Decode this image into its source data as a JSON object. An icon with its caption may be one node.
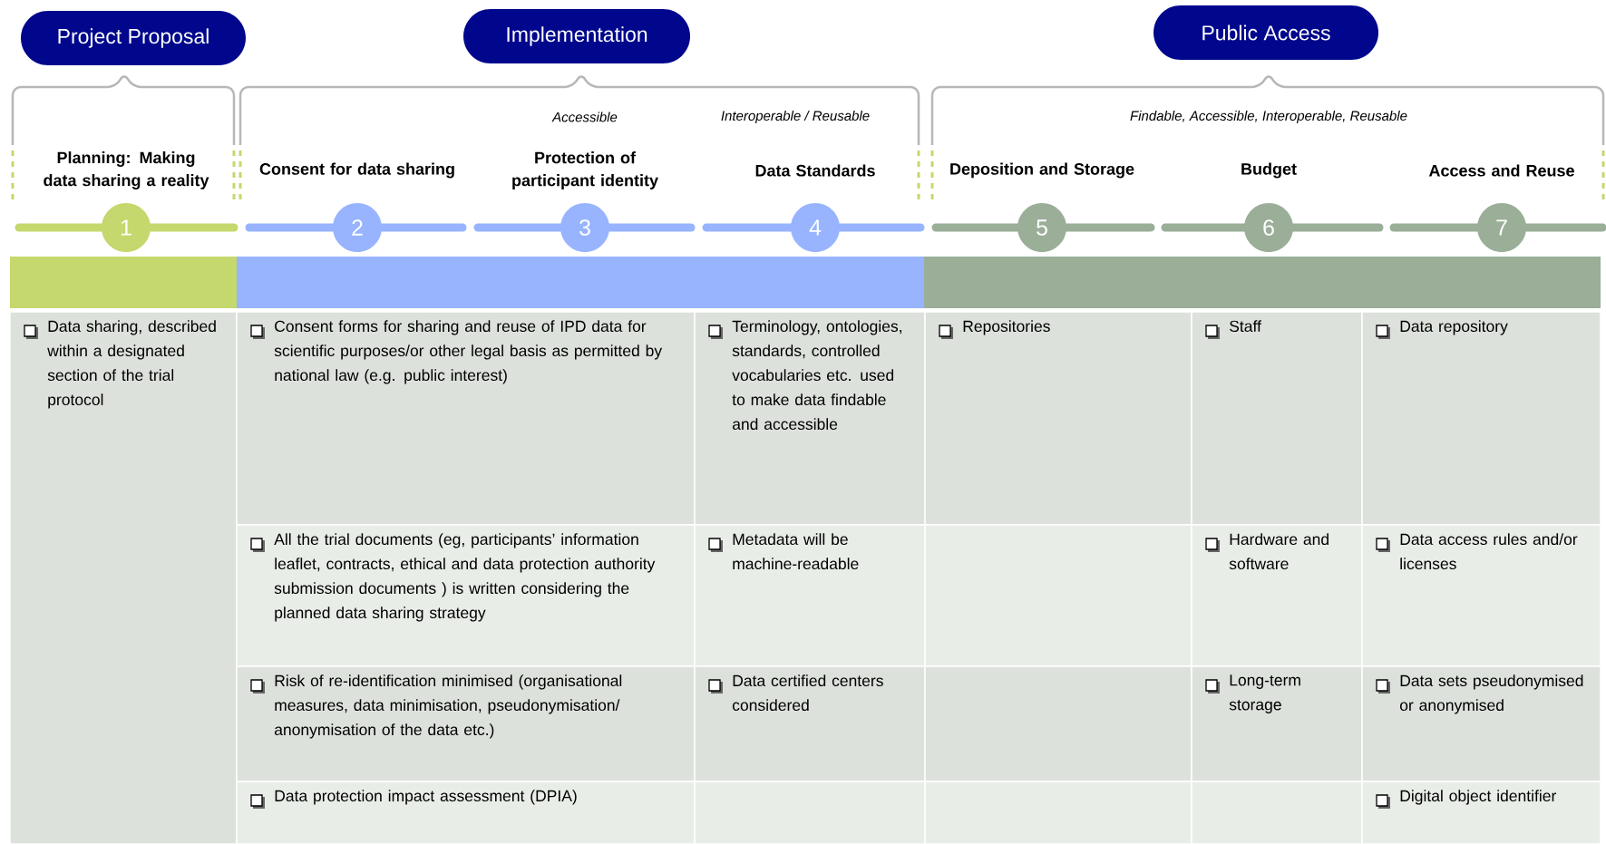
{
  "diagram": {
    "nodes": [
      {
        "text": [
          "Project Proposal"
        ]
      },
      {
        "text": [
          "Implementation"
        ]
      },
      {
        "text": [
          "Public Access"
        ]
      },
      {
        "text": [
          "1"
        ],
        "beside": [
          "Planning: Making data sharing a reality"
        ]
      },
      {
        "text": [
          "2"
        ],
        "beside": [
          "Consent for data sharing"
        ]
      },
      {
        "text": [
          "3"
        ],
        "beside": [
          "Protection of participant identity"
        ]
      },
      {
        "text": [
          "4"
        ],
        "beside": [
          "Data Standards"
        ]
      },
      {
        "text": [
          "5"
        ],
        "beside": [
          "Deposition and Storage"
        ]
      },
      {
        "text": [
          "6"
        ],
        "beside": [
          "Budget"
        ]
      },
      {
        "text": [
          "7"
        ],
        "beside": [
          "Access and Reuse"
        ]
      },
      {
        "text": [],
        "shape": "bar"
      },
      {
        "text": [],
        "shape": "bar"
      },
      {
        "text": [],
        "shape": "bar"
      }
    ],
    "labels": [
      "Accessible",
      "Interoperable / Reusable",
      "Findable, Accessible, Interoperable, Reusable",
      "Data sharing, described within a designated section of the trial protocol",
      "Consent forms for sharing and reuse of IPD data for scientific purposes/or other legal basis as permitted by national law (e.g. public interest)",
      "Terminology, ontologies, standards, controlled vocabularies etc. used to make data findable and accessible",
      "Repositories",
      "Staff",
      "Data repository",
      "All the trial documents (eg, participants’ information leaflet, contracts, ethical and data protection authority submission documents ) is written considering the planned data sharing strategy",
      "Metadata will be machine-readable",
      "Hardware and software",
      "Data access rules and/or licenses",
      "Risk of re-identification minimised (organisational measures, data minimisation, pseudonymisation/ anonymisation of the data etc.)",
      "Data certified centers considered",
      "Long-term storage",
      "Data sets pseudonymised or anonymised",
      "Data protection impact assessment (DPIA)",
      "Digital object identifier"
    ]
  }
}
